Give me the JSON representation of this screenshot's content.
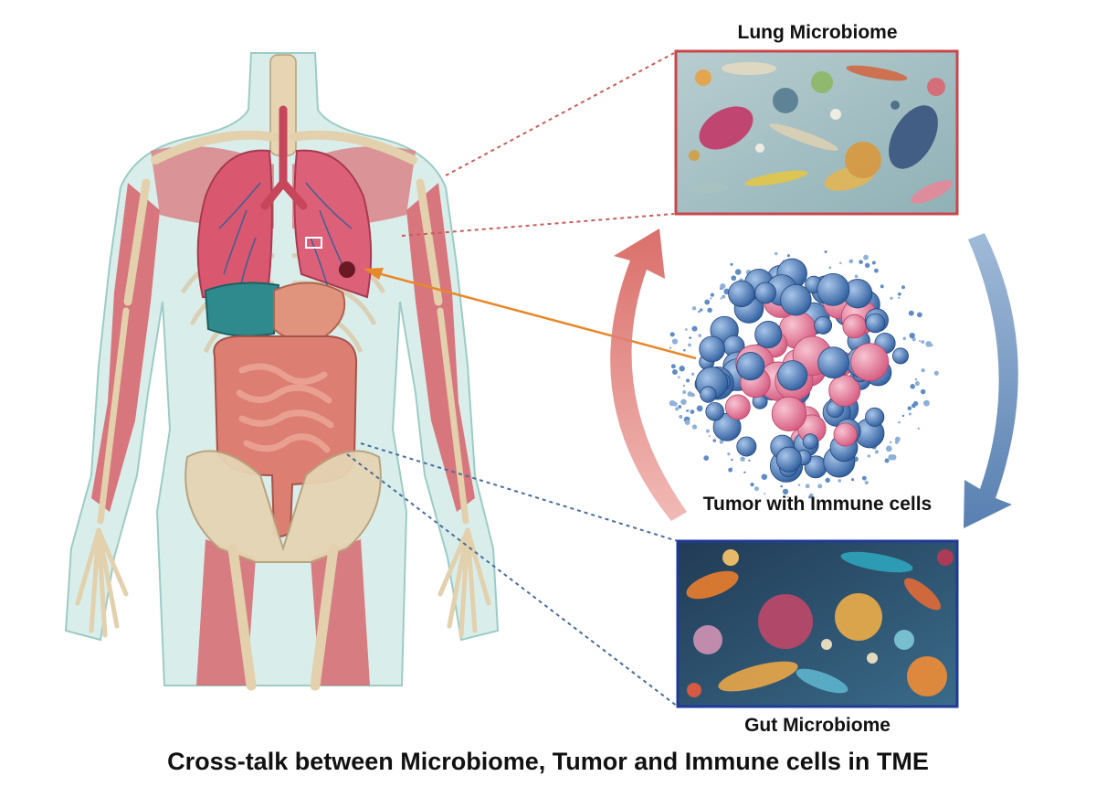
{
  "labels": {
    "lung_microbiome": "Lung Microbiome",
    "tumor": "Tumor with Immune cells",
    "gut_microbiome": "Gut Microbiome",
    "caption": "Cross-talk between Microbiome, Tumor and Immune cells in TME"
  },
  "colors": {
    "lung_frame": "#c9474a",
    "gut_frame": "#1f3a9a",
    "red_arrow": "#d9706b",
    "blue_arrow": "#5f86b5",
    "orange_arrow": "#e8882a",
    "tumor_pink": "#e27a96",
    "tumor_blue": "#4a78b4",
    "skin": "#d7ece9",
    "bone": "#e3d3b4",
    "muscle": "#d9606a",
    "lung": "#d95a72",
    "intestine": "#d9826f",
    "liver": "#2f8a8e"
  },
  "icons": [
    "human-body-illustration",
    "lung-microbiome-image",
    "gut-microbiome-image",
    "tumor-cluster-image"
  ]
}
